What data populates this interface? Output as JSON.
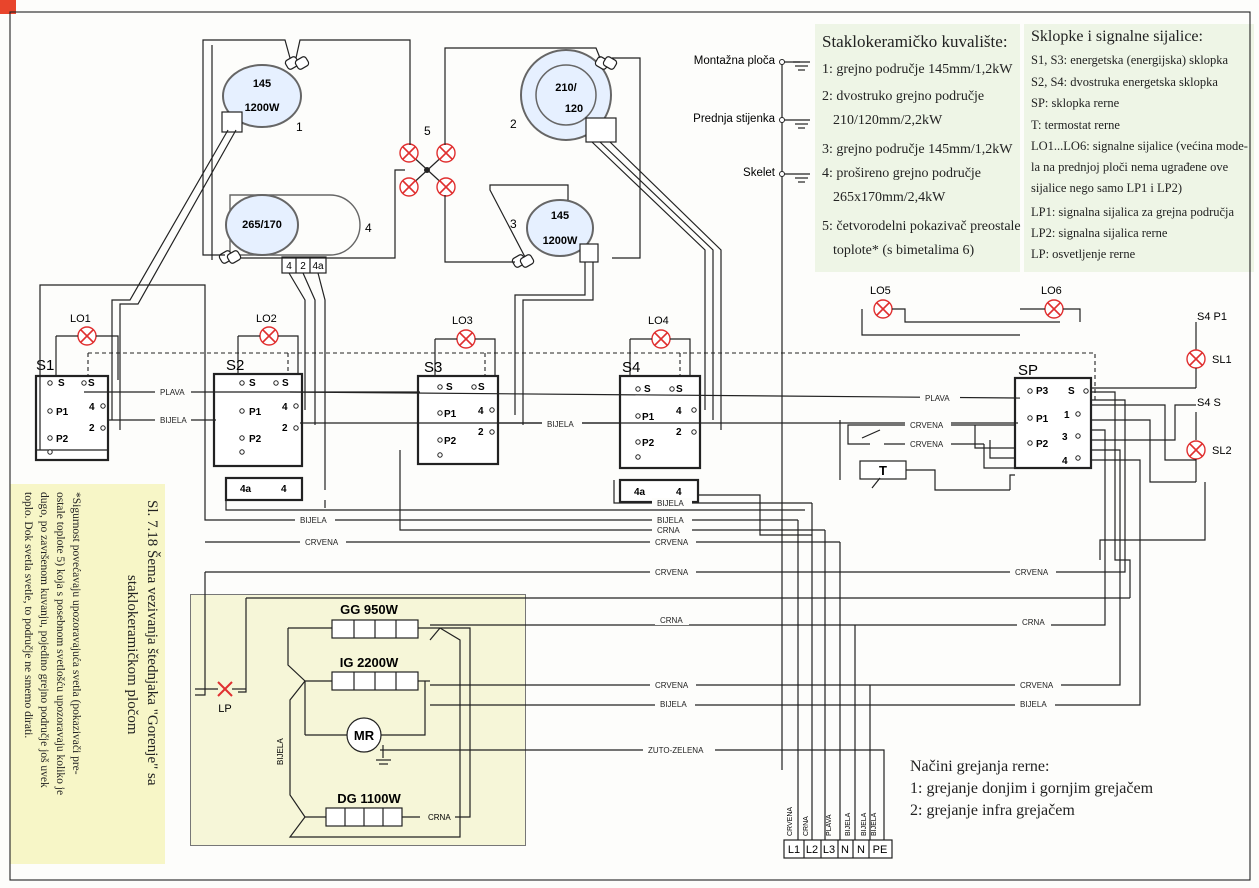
{
  "legend_hob": {
    "title": "Staklokeramičko kuvalište:",
    "items": [
      "1: grejno područje 145mm/1,2kW",
      "2: dvostruko grejno područje",
      "210/120mm/2,2kW",
      "3: grejno područje 145mm/1,2kW",
      "4: prošireno grejno područje",
      "265x170mm/2,4kW",
      "5: četvorodelni pokazivač preostale",
      "toplote* (s bimetalima 6)"
    ]
  },
  "legend_switches": {
    "title": "Sklopke i signalne sijalice:",
    "items": [
      "S1, S3: energetska (energijska) sklopka",
      "S2, S4: dvostruka energetska sklopka",
      "SP: sklopka rerne",
      "T: termostat rerne",
      "LO1...LO6: signalne sijalice  (većina mode-",
      "la na prednjoj ploči nema ugrađene ove",
      "sijalice nego samo LP1 i LP2)",
      "LP1: signalna sijalica za grejna područja",
      "LP2: signalna sijalica rerne",
      "LP: osvetljenje rerne"
    ]
  },
  "ground": {
    "mount": "Montažna ploča",
    "front": "Prednja stijenka",
    "frame": "Skelet"
  },
  "plates": {
    "p1_top": "145",
    "p1_bot": "1200W",
    "p1_num": "1",
    "p2_top": "210/",
    "p2_bot": "120",
    "p2_num": "2",
    "p3_top": "145",
    "p3_bot": "1200W",
    "p3_num": "3",
    "p4_lbl": "265/170",
    "p4_num": "4",
    "ind_num": "5"
  },
  "terminals": {
    "t4": "4",
    "t2": "2",
    "t4a": "4a",
    "t2b": "2"
  },
  "lamps": [
    "LO1",
    "LO2",
    "LO3",
    "LO4",
    "LO5",
    "LO6"
  ],
  "switches": {
    "names": [
      "S1",
      "S2",
      "S3",
      "S4",
      "SP"
    ],
    "contacts": {
      "s": "S",
      "p1": "P1",
      "p2": "P2",
      "c4": "4",
      "c2": "2",
      "c4a": "4a",
      "p3": "P3",
      "c1": "1",
      "c3": "3"
    }
  },
  "signal": {
    "s4p1": "S4 P1",
    "sl1": "SL1",
    "s4s": "S4 S",
    "sl2": "SL2"
  },
  "wires": {
    "plava": "PLAVA",
    "bijela": "BIJELA",
    "crvena": "CRVENA",
    "crna": "CRNA",
    "zz": "ZUTO-ZELENA",
    "bijela_small": "BIJELA"
  },
  "thermostat": "T",
  "oven": {
    "gg": "GG 950W",
    "ig": "IG 2200W",
    "mr": "MR",
    "dg": "DG 1100W",
    "lp": "LP",
    "bijela": "BIJELA",
    "crna": "CRNA"
  },
  "mains": {
    "terms": [
      "L1",
      "L2",
      "L3",
      "N",
      "N",
      "PE"
    ],
    "wire_lbls": [
      "CRVENA",
      "CRNA",
      "PLAVA",
      "BIJELA",
      "BIJELA",
      "BIJELA"
    ]
  },
  "modes": {
    "title": "Načini grejanja rerne:",
    "m1": "1: grejanje donjim i gornjim grejačem",
    "m2": "2: grejanje infra grejačem"
  },
  "caption": {
    "l1": "Sl. 7.18 Šema veziv. štednjaka \"Gorenje\" sa",
    "l1_full": "Sl. 7.18 Šema vezivanja štednjaka \"Gorenje\" sa",
    "l2": "staklokeramičkom pločom"
  },
  "note": {
    "lines": [
      "*Sigurnost povećavaju  upozoravajuća  svetla  (pokazivači pre-",
      "ostale toplote 5) koja s posebnom svetlošću upozoravaju koliko je",
      "dugo, po završenom kuvanju, pojedino grejno područje još uvek",
      "toplo. Dok svetla svetle, to područje ne smemo dirati."
    ]
  }
}
